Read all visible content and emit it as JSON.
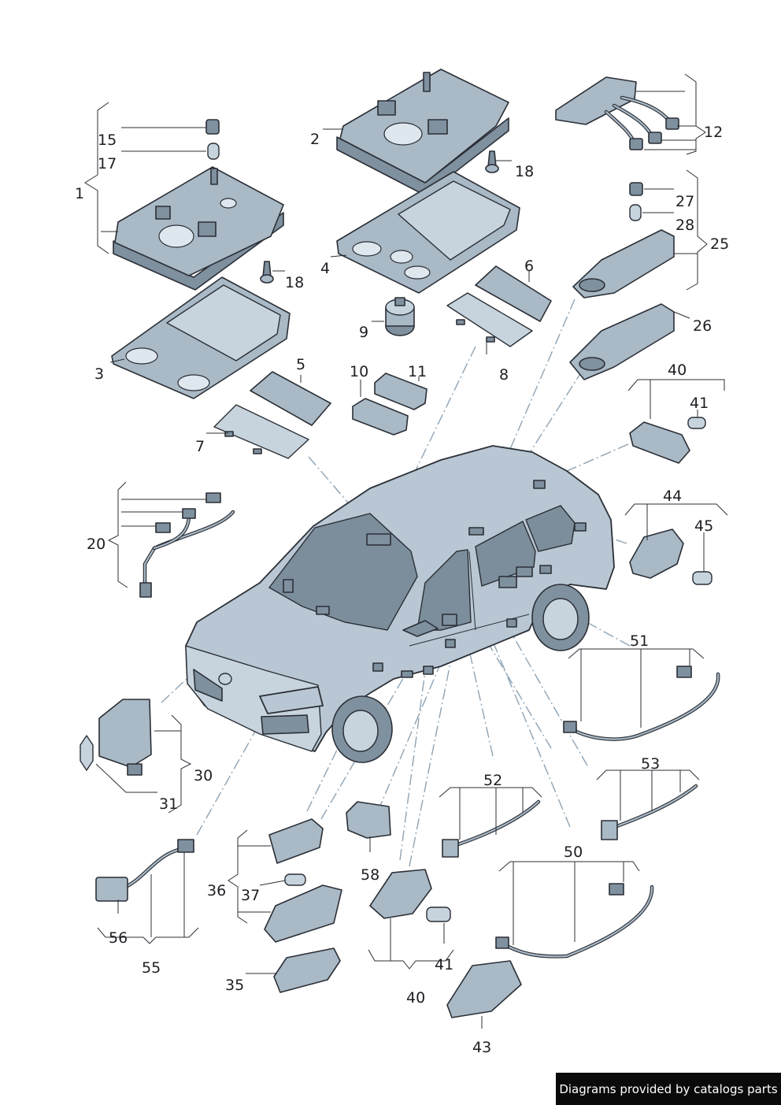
{
  "diagram": {
    "labels": {
      "l1": "1",
      "l2": "2",
      "l3": "3",
      "l4": "4",
      "l5": "5",
      "l6": "6",
      "l7": "7",
      "l8": "8",
      "l9": "9",
      "l10": "10",
      "l11": "11",
      "l12": "12",
      "l15": "15",
      "l17": "17",
      "l18a": "18",
      "l18b": "18",
      "l20": "20",
      "l25": "25",
      "l26": "26",
      "l27": "27",
      "l28": "28",
      "l30": "30",
      "l31": "31",
      "l35": "35",
      "l36": "36",
      "l37": "37",
      "l40a": "40",
      "l40b": "40",
      "l41a": "41",
      "l41b": "41",
      "l43": "43",
      "l44": "44",
      "l45": "45",
      "l50": "50",
      "l51": "51",
      "l52": "52",
      "l53": "53",
      "l55": "55",
      "l56": "56",
      "l58": "58"
    }
  },
  "footer": {
    "text": "Diagrams provided by catalogs parts"
  },
  "colors": {
    "part": "#a9b9c6",
    "outline": "#2b2f36",
    "centerline": "#8fa3b3",
    "footer_bg": "#0a0a0a"
  }
}
